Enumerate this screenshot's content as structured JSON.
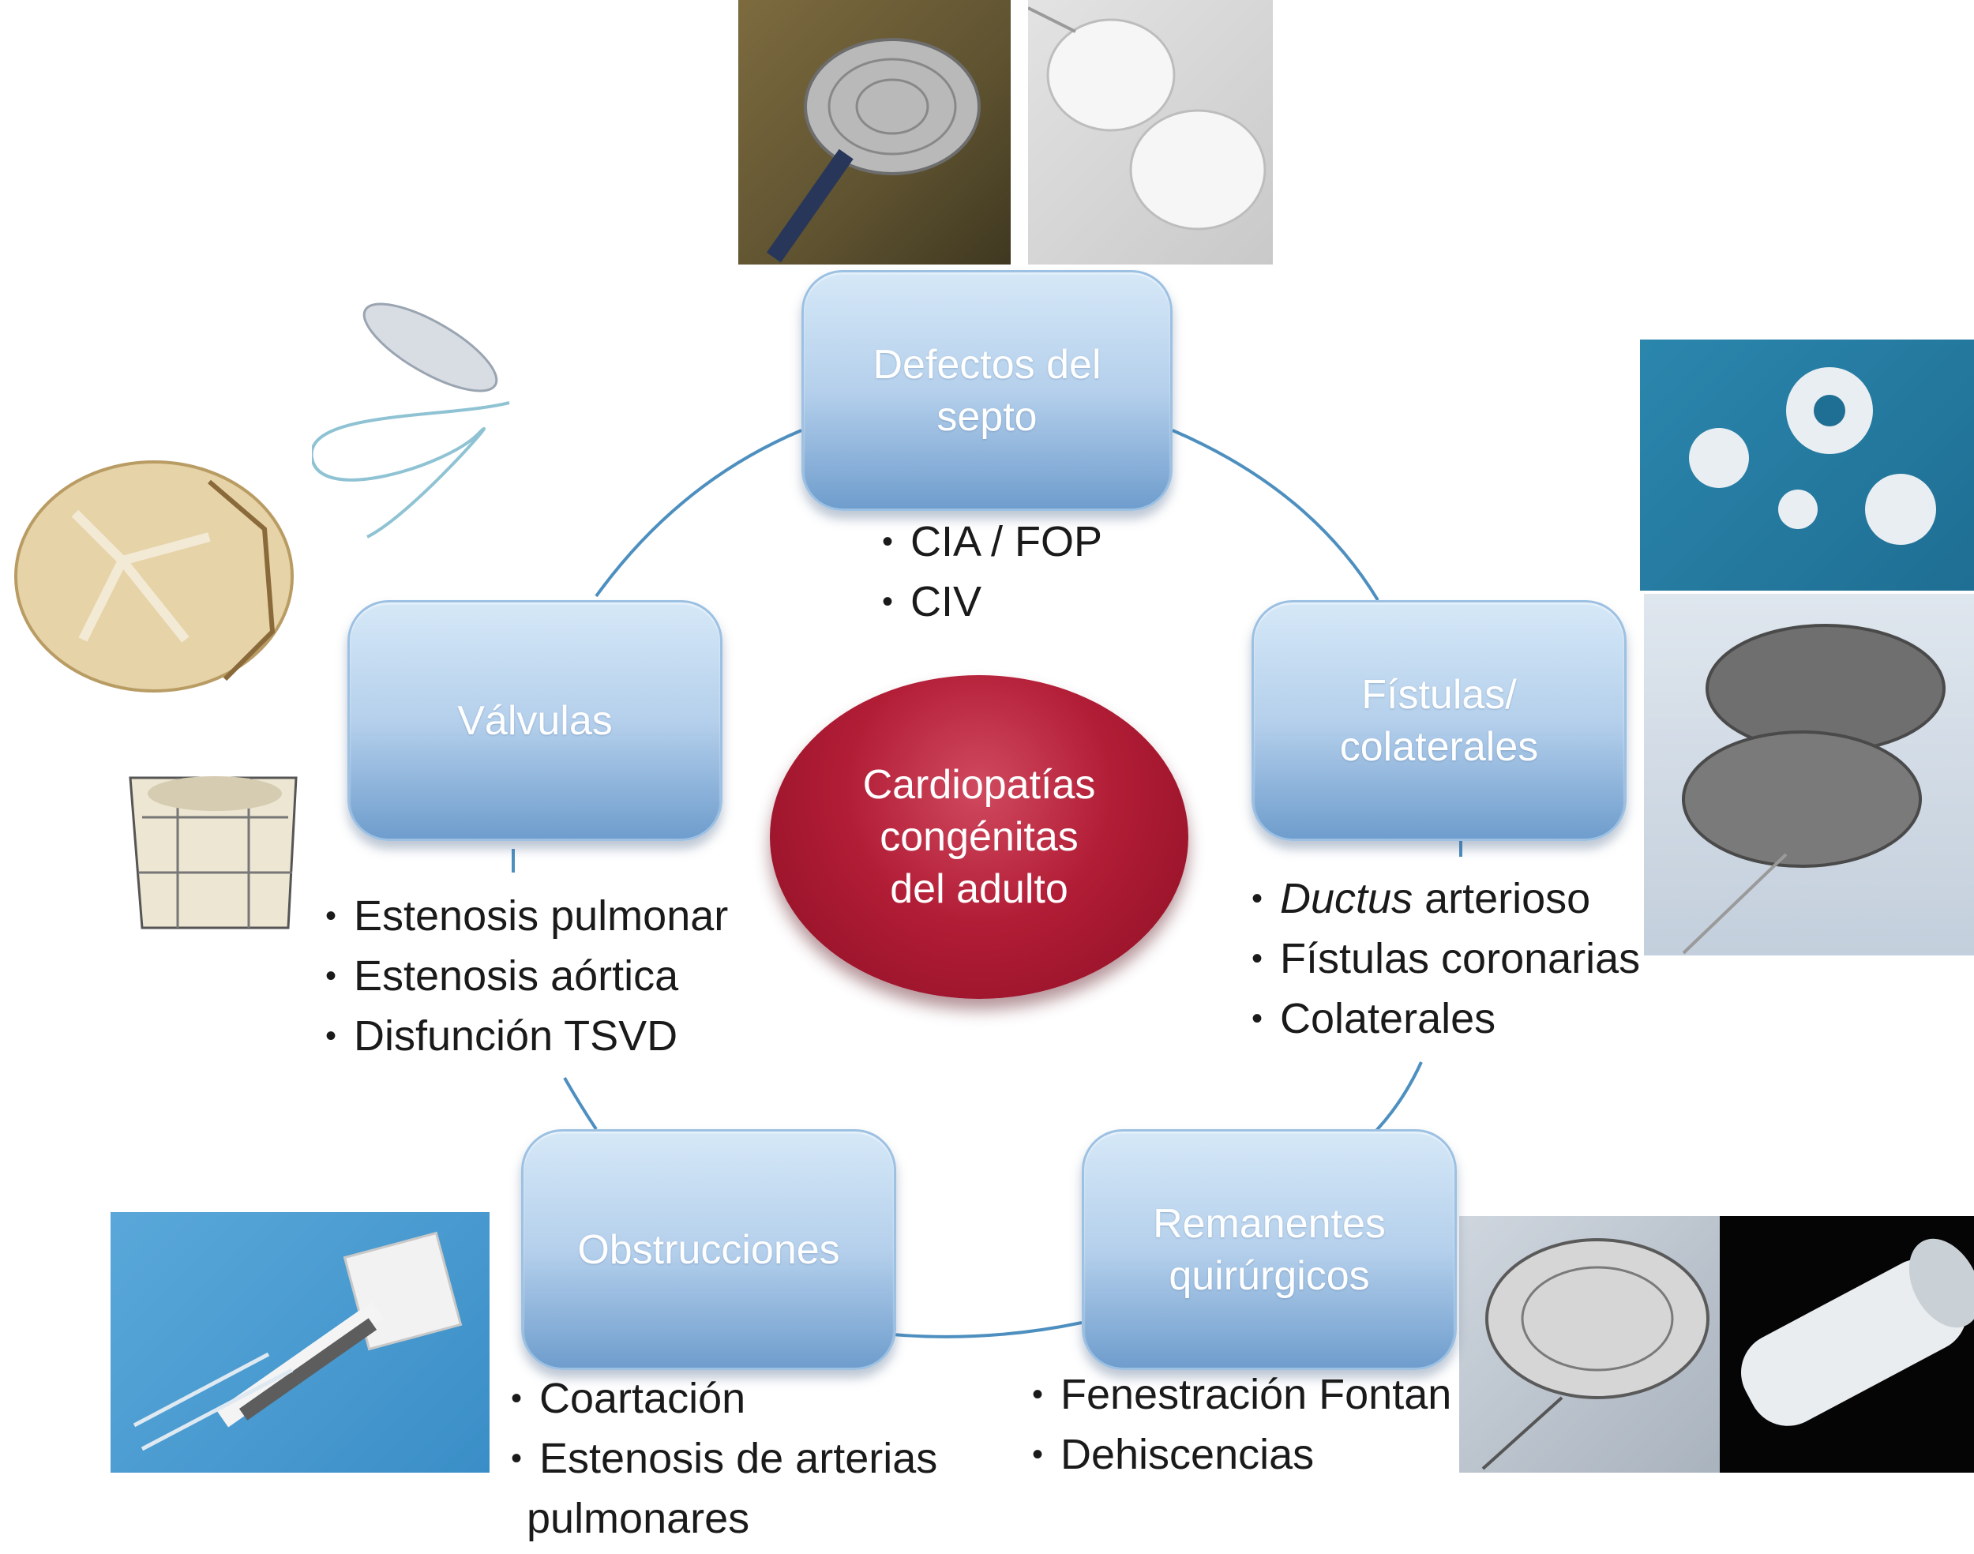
{
  "center": {
    "text": "Cardiopatías\ncongénitas\ndel adulto"
  },
  "categories": {
    "septum": {
      "title": "Defectos del\nsepto",
      "items": [
        "CIA / FOP",
        "CIV"
      ]
    },
    "fistulas": {
      "title": "Fístulas/\ncolaterales",
      "items": [
        {
          "italic": "Ductus",
          "text": " arterioso"
        },
        {
          "text": "Fístulas coronarias"
        },
        {
          "text": "Colaterales"
        }
      ]
    },
    "remnants": {
      "title": "Remanentes\nquirúrgicos",
      "items": [
        "Fenestración Fontan",
        "Dehiscencias"
      ]
    },
    "obstructions": {
      "title": "Obstrucciones",
      "items": [
        "Coartación",
        "Estenosis de arterias",
        "pulmonares"
      ]
    },
    "valves": {
      "title": "Válvulas",
      "items": [
        "Estenosis pulmonar",
        "Estenosis aórtica",
        "Disfunción TSVD"
      ]
    }
  },
  "images": [
    "septal-occluder-disc-photo",
    "septal-occluder-fabric-photo",
    "balloon-catheter-photo",
    "stented-valve-photo",
    "transcatheter-valve-frame-photo",
    "embolization-coils-photo",
    "vascular-plug-photo",
    "covered-stents-photo",
    "occluder-umbrella-photo",
    "covered-stent-tube-photo"
  ],
  "colors": {
    "node_fill_top": "#d5e8f7",
    "node_fill_bottom": "#6f9dcd",
    "center_fill": "#b21d36",
    "ring_line": "#4d8fbf",
    "bullet_text": "#1a1a1a"
  }
}
